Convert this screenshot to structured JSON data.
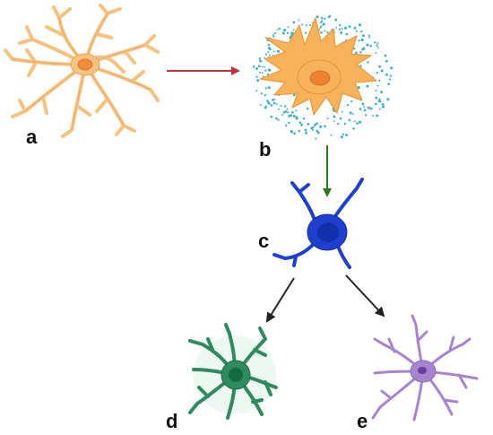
{
  "labels": {
    "a": "a",
    "b": "b",
    "c": "c",
    "d": "d",
    "e": "e"
  },
  "colors": {
    "resting_cell": "#f6c27f",
    "resting_outline": "#e8a25a",
    "resting_nucleus": "#f08b3a",
    "activated_cell": "#f7b35c",
    "activated_nucleus": "#ee8233",
    "dots": "#3fb2c7",
    "blue_cell": "#1f3fd0",
    "blue_nucleus": "#1230a8",
    "green_cell": "#2f8a5e",
    "green_nucleus": "#146b42",
    "purple_cell": "#a585cf",
    "purple_nucleus": "#6b3e9a",
    "arrow_red": "#b8343a",
    "arrow_green": "#2c7a1f",
    "arrow_black": "#222222"
  }
}
